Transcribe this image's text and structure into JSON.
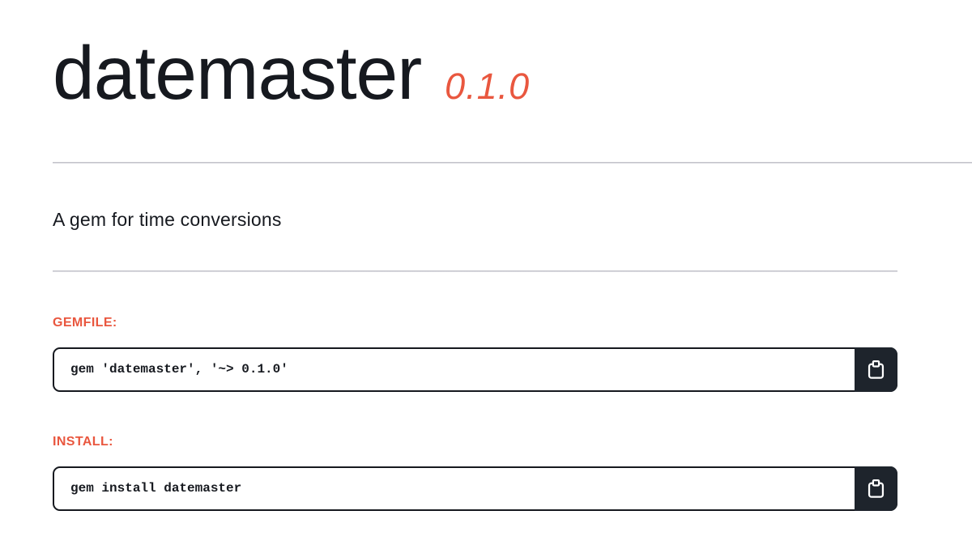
{
  "page": {
    "title": "datemaster",
    "version": "0.1.0",
    "description": "A gem for time conversions"
  },
  "sections": {
    "gemfile": {
      "label": "GEMFILE:",
      "code": "gem 'datemaster', '~> 0.1.0'"
    },
    "install": {
      "label": "INSTALL:",
      "code": "gem install datemaster"
    }
  },
  "icons": {
    "copy": "clipboard-icon"
  },
  "colors": {
    "accent": "#e9573f",
    "ink": "#16191f",
    "button_background": "#1e242c",
    "divider": "#b9b9c0",
    "page_background": "#ffffff"
  }
}
